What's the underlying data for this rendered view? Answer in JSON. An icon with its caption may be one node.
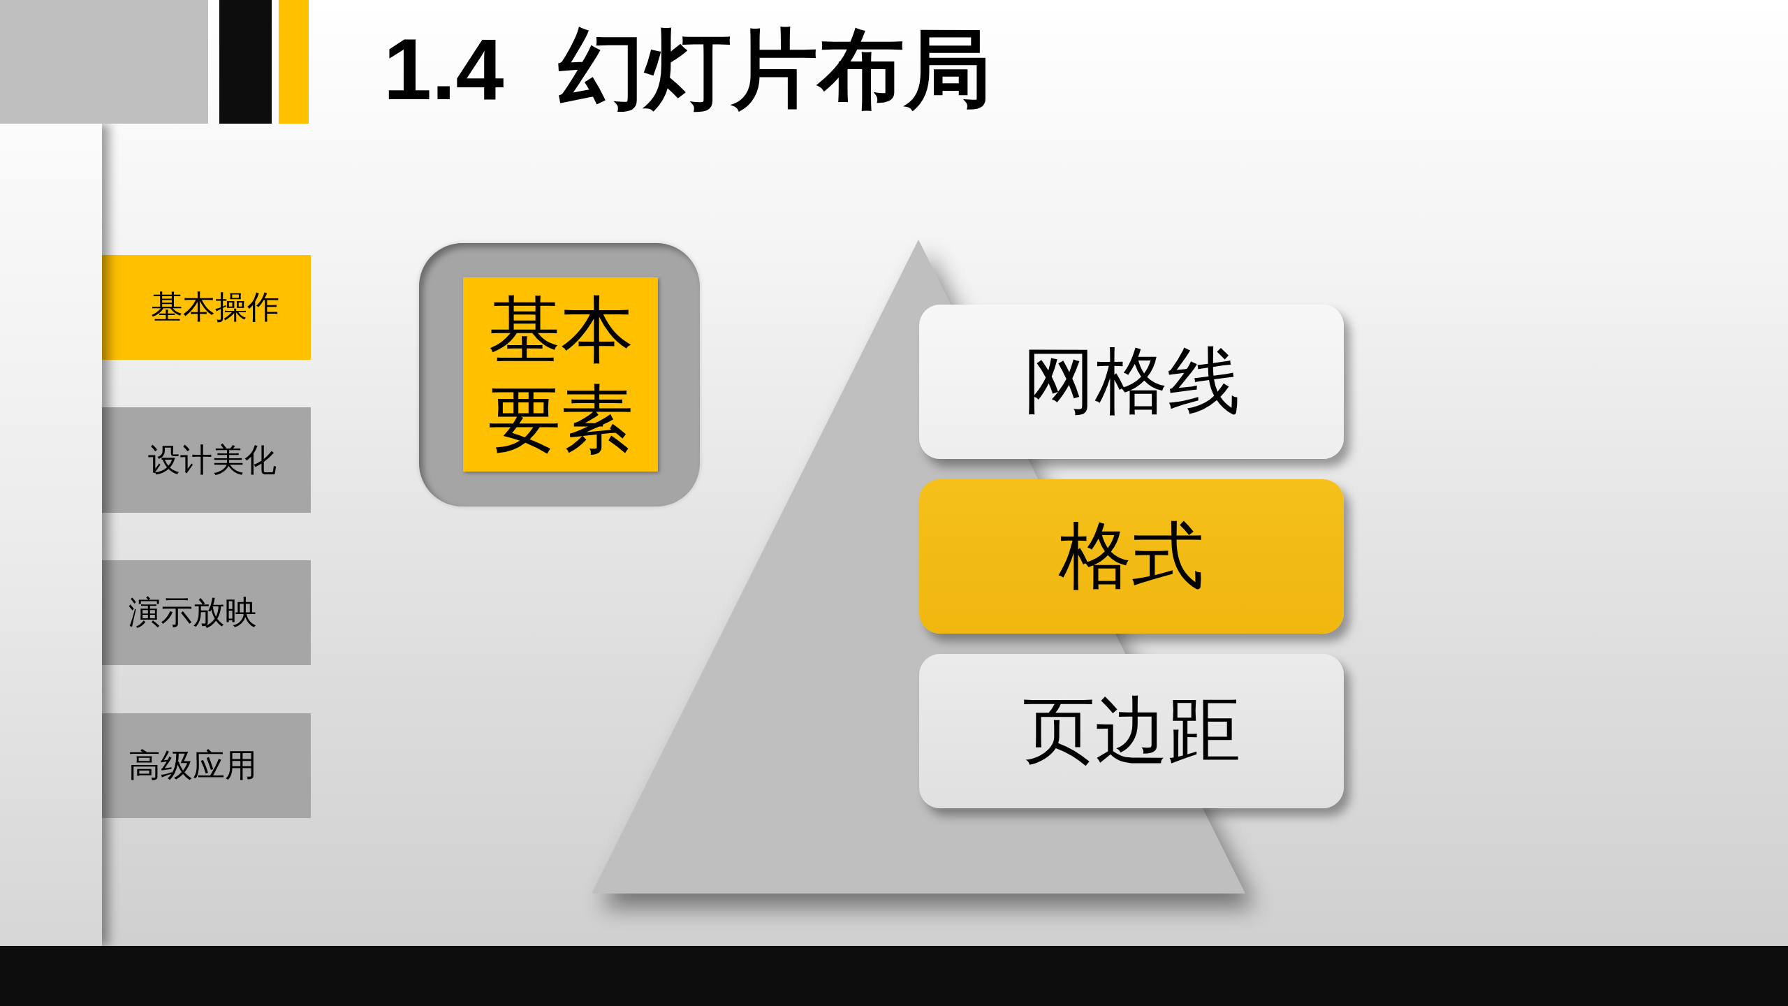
{
  "diagram": {
    "title": "1.4 幻灯片布局",
    "nodes": [
      {
        "text": [
          "基本操作"
        ]
      },
      {
        "text": [
          "设计美化"
        ]
      },
      {
        "text": [
          "演示放映"
        ]
      },
      {
        "text": [
          "高级应用"
        ]
      },
      {
        "text": [
          "基本要素"
        ]
      },
      {
        "text": [],
        "shape": "triangle"
      },
      {
        "text": [
          "网格线"
        ]
      },
      {
        "text": [
          "格式"
        ]
      },
      {
        "text": [
          "页边距"
        ]
      }
    ]
  }
}
